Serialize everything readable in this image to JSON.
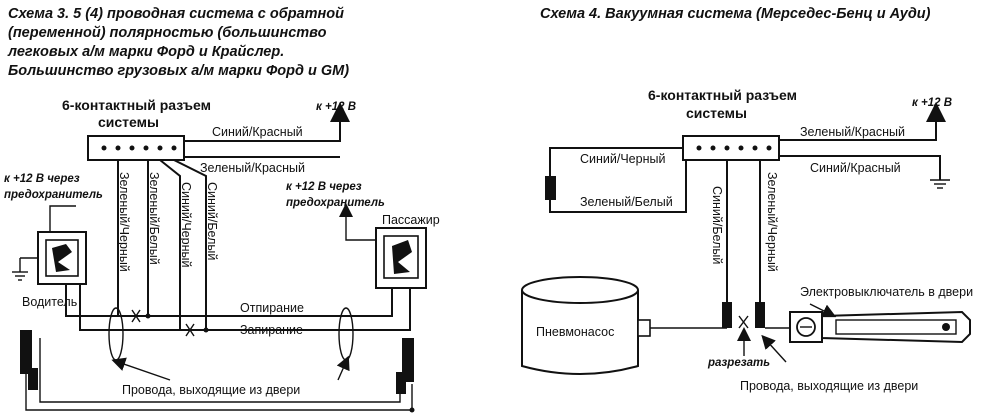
{
  "scheme3": {
    "title_lines": [
      "Схема 3. 5 (4) проводная система с обратной",
      "(переменной) полярностью (большинство",
      "легковых а/м марки Форд и Крайслер.",
      "Большинство грузовых а/м марки Форд и GM)"
    ],
    "connector_title": [
      "6-контактный разъем",
      "системы"
    ],
    "plus12": "к +12 В",
    "wire_blue_red": "Синий/Красный",
    "wire_green_red": "Зеленый/Красный",
    "vertical_wires": [
      "Зеленый/Черный",
      "Зеленый/Белый",
      "Синий/Черный",
      "Синий/Белый"
    ],
    "left_fuse": [
      "к +12 В через",
      "предохранитель"
    ],
    "right_fuse": [
      "к +12 В через",
      "предохранитель"
    ],
    "driver": "Водитель",
    "passenger": "Пассажир",
    "unlock": "Отпирание",
    "lock": "Запирание",
    "door_wires": "Провода, выходящие из двери"
  },
  "scheme4": {
    "title": "Схема 4. Вакуумная система (Мерседес-Бенц и Ауди)",
    "connector_title": [
      "6-контактный разъем",
      "системы"
    ],
    "plus12": "к +12 В",
    "wire_green_red": "Зеленый/Красный",
    "wire_blue_red": "Синий/Красный",
    "wire_blue_black": "Синий/Черный",
    "wire_green_white": "Зеленый/Белый",
    "vertical_wires": [
      "Синий/Белый",
      "Зеленый/Черный"
    ],
    "pump": "Пневмонасос",
    "switch": "Электровыключатель в двери",
    "cut": "разрезать",
    "door_wires": "Провода, выходящие из двери"
  }
}
